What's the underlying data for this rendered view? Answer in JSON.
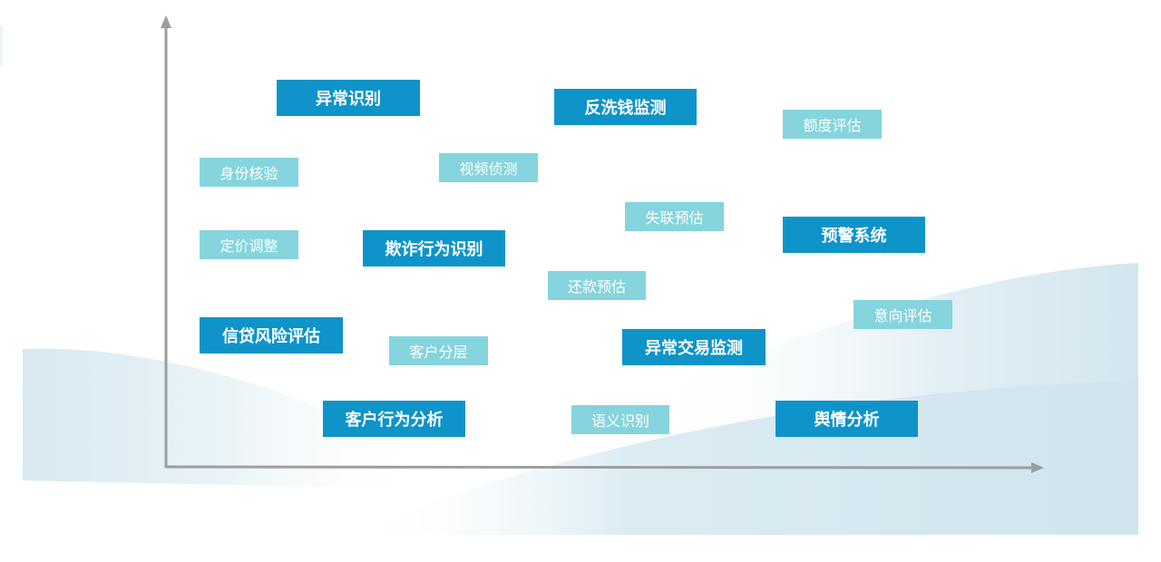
{
  "diagram": {
    "axis_color": "#9e9e9e",
    "primary_color": "#0e94c9",
    "secondary_color": "#86d4dd",
    "tags": {
      "anomaly_detection": "异常识别",
      "anti_money_laundering": "反洗钱监测",
      "credit_limit_assessment": "额度评估",
      "identity_verification": "身份核验",
      "video_detection": "视频侦测",
      "lost_contact_prediction": "失联预估",
      "pricing_adjustment": "定价调整",
      "fraud_detection": "欺诈行为识别",
      "early_warning_system": "预警系统",
      "repayment_prediction": "还款预估",
      "intention_assessment": "意向评估",
      "credit_risk_assessment": "信贷风险评估",
      "customer_segmentation": "客户分层",
      "abnormal_transaction_monitoring": "异常交易监测",
      "customer_behavior_analysis": "客户行为分析",
      "semantic_recognition": "语义识别",
      "public_opinion_analysis": "舆情分析"
    }
  }
}
